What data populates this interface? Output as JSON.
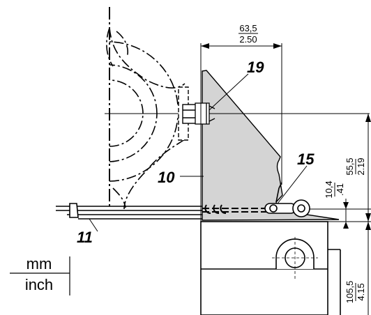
{
  "callouts": {
    "part_19": "19",
    "part_15": "15",
    "part_10": "10",
    "part_11": "11"
  },
  "dimensions": {
    "width_top": {
      "mm": "63,5",
      "inch": "2.50"
    },
    "height_right": {
      "mm": "55,5",
      "inch": "2.19"
    },
    "height_small": {
      "mm": "10,4",
      "inch": ".41"
    },
    "height_bottom": {
      "mm": "105,5",
      "inch": "4.15"
    }
  },
  "units_legend": {
    "top": "mm",
    "bottom": "inch"
  },
  "colors": {
    "bracket_fill": "#d4d4d4",
    "line": "#000000"
  }
}
